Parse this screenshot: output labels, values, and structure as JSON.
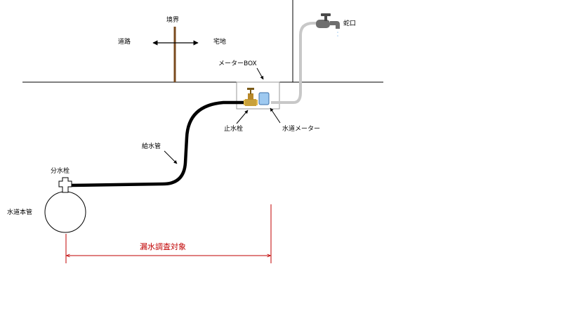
{
  "labels": {
    "boundary": "境界",
    "road": "道路",
    "residential": "宅地",
    "meter_box": "メーターBOX",
    "faucet": "蛇口",
    "stop_valve": "止水栓",
    "water_meter": "水道メーター",
    "service_pipe": "給水管",
    "branch_valve": "分水栓",
    "main_pipe": "水道本管",
    "leak_survey_target": "漏水調査対象"
  },
  "colors": {
    "line": "#000000",
    "post": "#7a4a1e",
    "indoor_pipe": "#c8c8c8",
    "meter": "#9ec9f0",
    "valve": "#c9a13a",
    "range_arrow": "#c00000"
  }
}
